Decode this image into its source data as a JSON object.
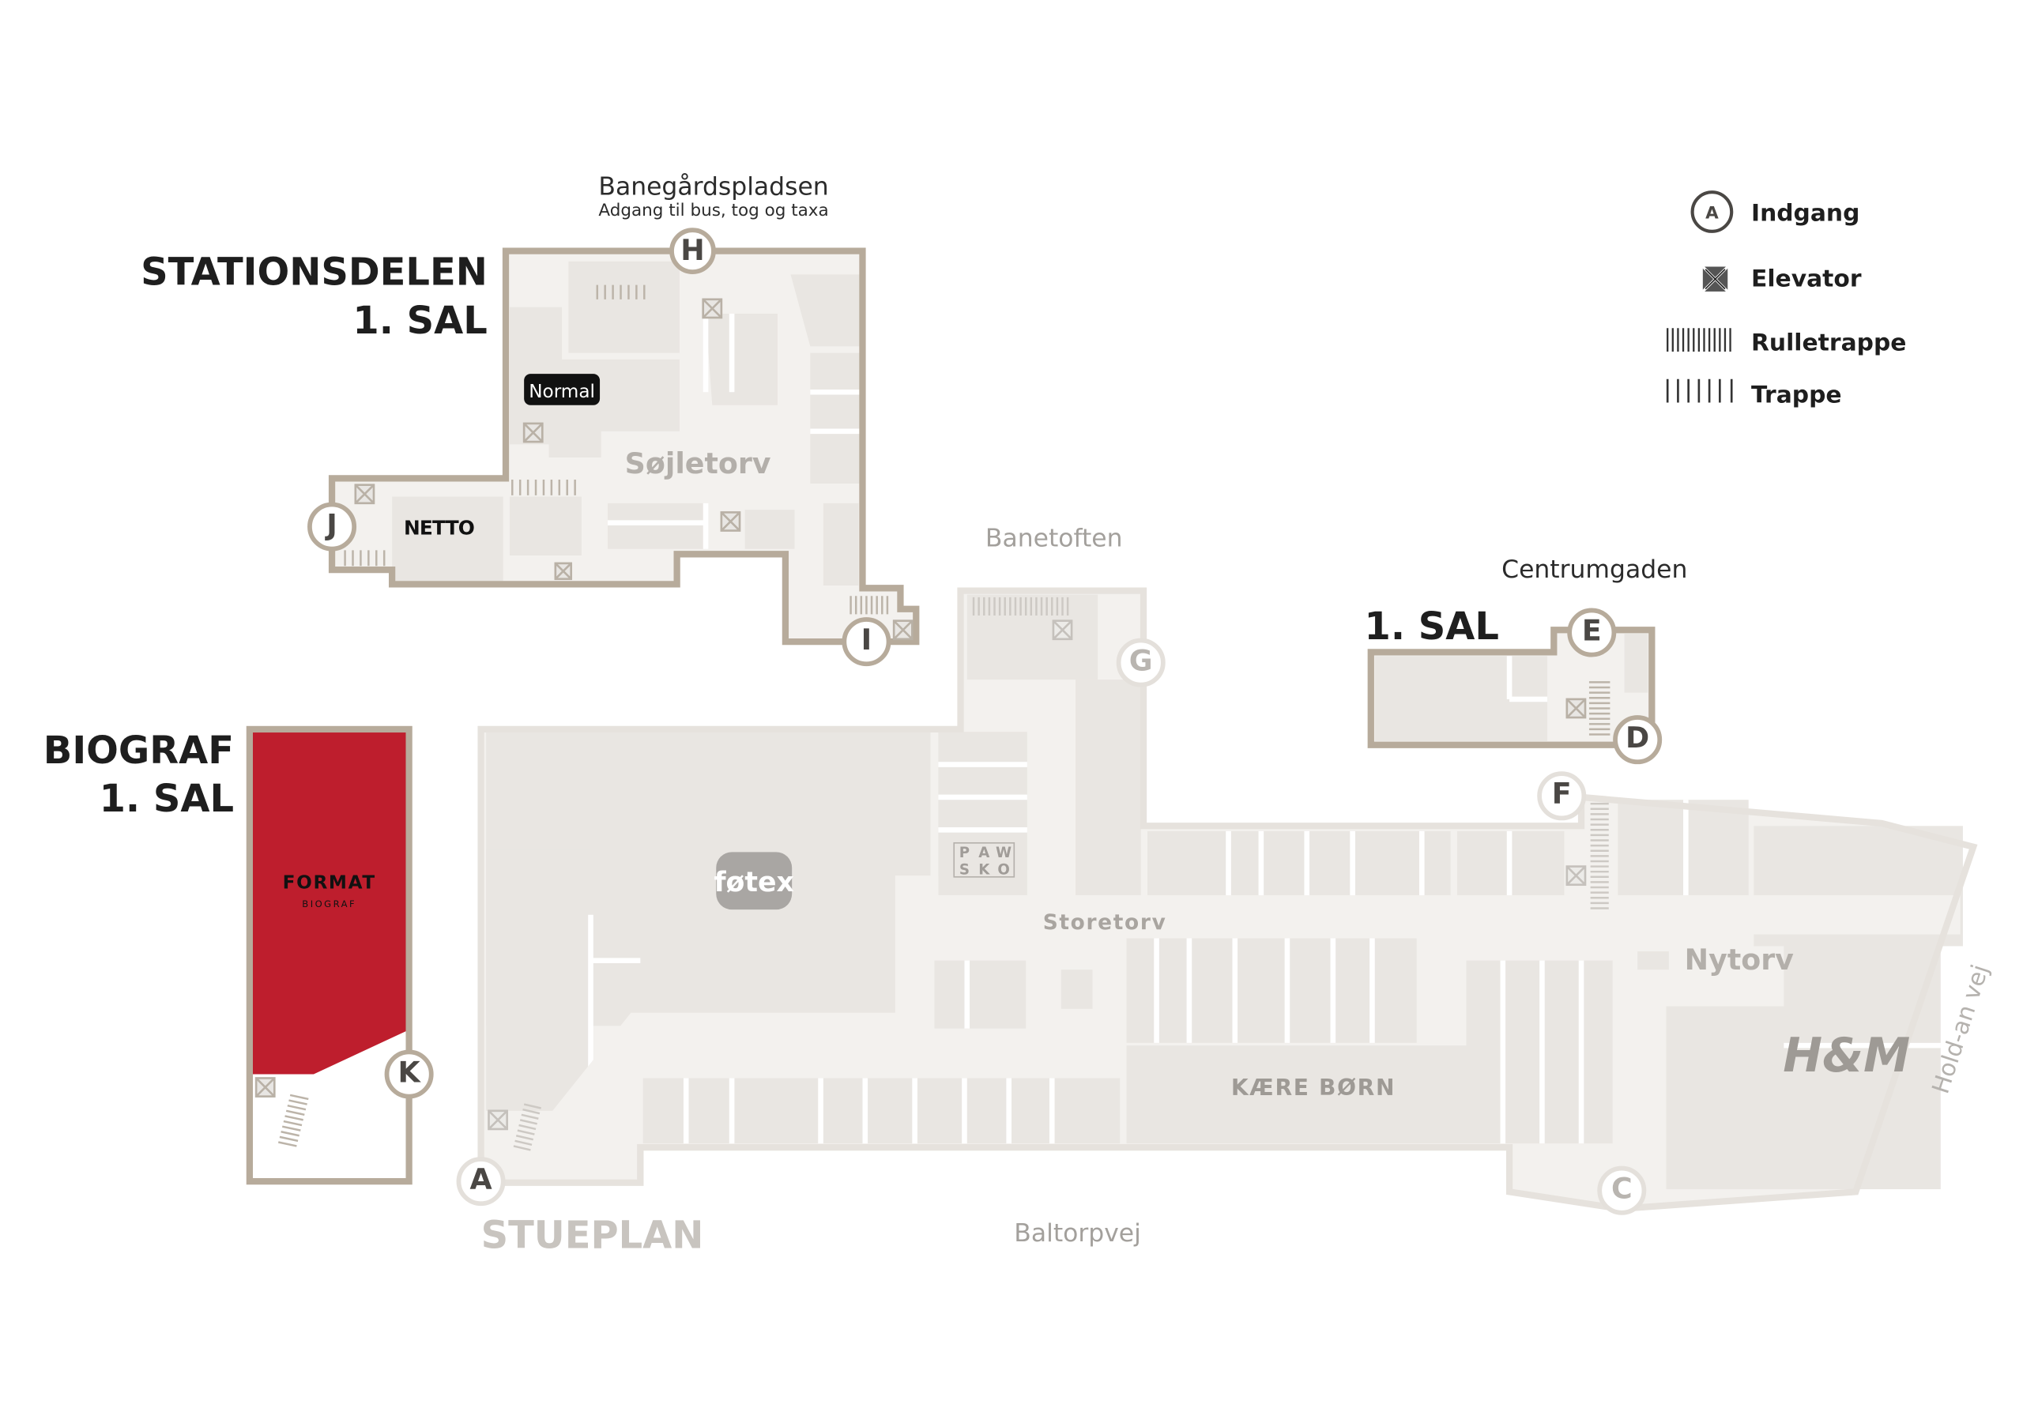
{
  "sections": {
    "stationsdelen": {
      "line1": "STATIONSDELEN",
      "line2": "1. SAL"
    },
    "biograf": {
      "line1": "BIOGRAF",
      "line2": "1. SAL"
    },
    "centrum": {
      "title": "1. SAL"
    },
    "stueplan": {
      "title": "STUEPLAN"
    }
  },
  "streets": {
    "banegardspladsen": "Banegårdspladsen",
    "banegardspladsen_sub": "Adgang til bus, tog og taxa",
    "banetoften": "Banetoften",
    "centrumgaden": "Centrumgaden",
    "baltorpvej": "Baltorpvej",
    "hold_an_vej": "Hold-an vej"
  },
  "plazas": {
    "sojletorv": "Søjletorv",
    "storetorv": "Storetorv",
    "nytorv": "Nytorv"
  },
  "stores": {
    "normal": "Normal",
    "netto": "NETTO",
    "fotex": "føtex",
    "format": "FORMAT",
    "format_sub": "BIOGRAF",
    "pawsko": [
      "P",
      "A",
      "W",
      "S",
      "K",
      "O"
    ],
    "kaereborn": "KÆRE BØRN",
    "hm": "H&M"
  },
  "entrances": {
    "A": "A",
    "C": "C",
    "D": "D",
    "E": "E",
    "F": "F",
    "G": "G",
    "H": "H",
    "I": "I",
    "J": "J",
    "K": "K"
  },
  "legend": {
    "entrance_sample": "A",
    "entrance": "Indgang",
    "elevator": "Elevator",
    "escalator": "Rulletrappe",
    "stairs": "Trappe"
  },
  "colors": {
    "accent_red": "#be1e2d",
    "wall": "#b7ab9b",
    "floor": "#f3f1ee",
    "shop": "#e9e6e2"
  },
  "icons": {
    "entrance": "circle-letter-icon",
    "elevator": "elevator-x-icon",
    "escalator": "escalator-icon",
    "stairs": "stairs-icon"
  }
}
